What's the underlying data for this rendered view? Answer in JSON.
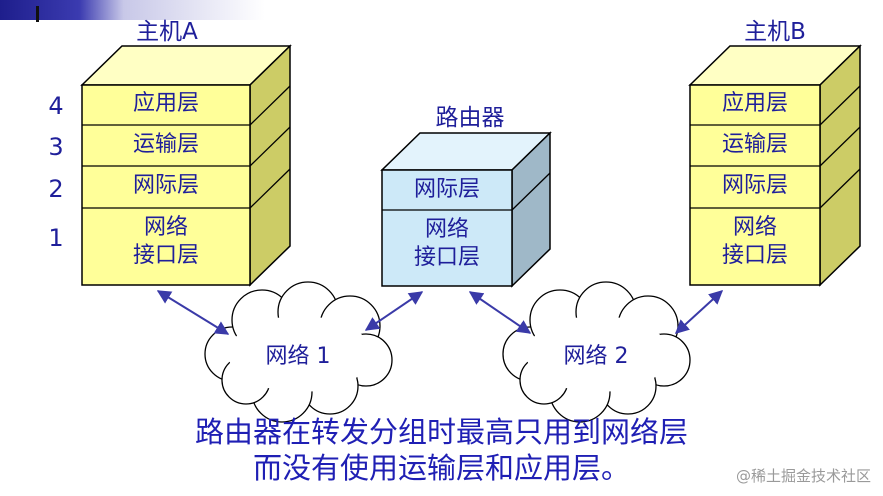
{
  "colors": {
    "text": "#1f1f9a",
    "caption": "#1f1fb4",
    "host_front": "#ffff99",
    "host_top": "#ffffc4",
    "host_side": "#cccc66",
    "router_front": "#cde9f8",
    "router_top": "#e3f3fc",
    "router_side": "#9fb8c8",
    "edge": "#000000",
    "arrow": "#3a3aa8"
  },
  "host_a": {
    "title": "主机A",
    "layers": [
      "应用层",
      "运输层",
      "网际层",
      "网络\n接口层"
    ]
  },
  "host_b": {
    "title": "主机B",
    "layers": [
      "应用层",
      "运输层",
      "网际层",
      "网络\n接口层"
    ]
  },
  "layer_numbers": [
    "4",
    "3",
    "2",
    "1"
  ],
  "router": {
    "title": "路由器",
    "layers": [
      "网际层",
      "网络\n接口层"
    ]
  },
  "clouds": {
    "net1": "网络 1",
    "net2": "网络 2"
  },
  "caption": {
    "line1": "路由器在转发分组时最高只用到网络层",
    "line2": "而没有使用运输层和应用层。"
  },
  "watermark": "@稀土掘金技术社区"
}
